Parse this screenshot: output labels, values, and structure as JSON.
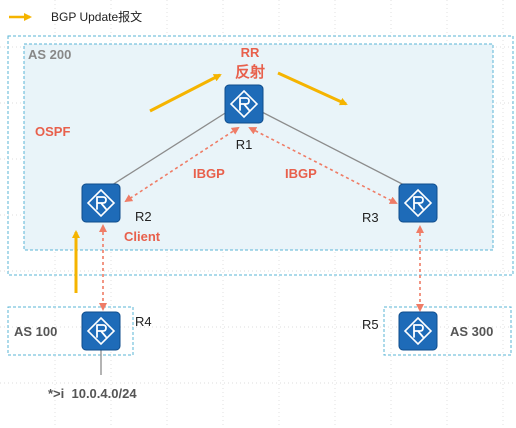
{
  "legend": {
    "text": "BGP Update报文"
  },
  "as_labels": {
    "as200": "AS 200",
    "as100": "AS 100",
    "as300": "AS 300"
  },
  "rr_label": {
    "line1": "RR",
    "line2": "反射"
  },
  "ospf_label": "OSPF",
  "ibgp_labels": {
    "left": "IBGP",
    "right": "IBGP"
  },
  "client_label": "Client",
  "routers": {
    "r1": "R1",
    "r2": "R2",
    "r3": "R3",
    "r4": "R4",
    "r5": "R5"
  },
  "route_text": "*>i  10.0.4.0/24",
  "colors": {
    "router_fill": "#1e6bb8",
    "update_arrow": "#f5b400",
    "ibgp_dashed": "#ef7c66",
    "as_border": "#5ab4d6",
    "as200_fill": "#e9f4f9",
    "label_red": "#e8604c",
    "link_gray": "#8c8c8c",
    "as_text": "#888888"
  }
}
